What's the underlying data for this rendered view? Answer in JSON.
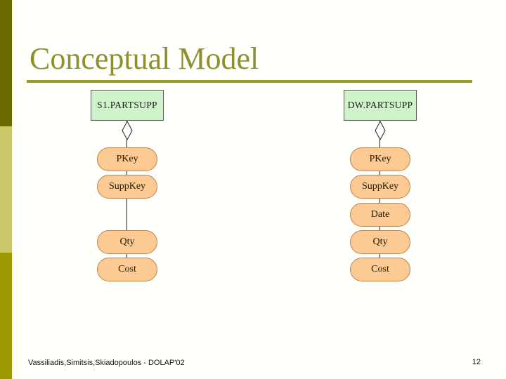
{
  "slide": {
    "title": "Conceptual Model",
    "footer_citation": "Vassiliadis,Simitsis,Skiadopoulos - DOLAP'02",
    "page_number": "12"
  },
  "diagram": {
    "entities": [
      {
        "name": "S1.PARTSUPP",
        "attributes": [
          {
            "label": "PKey",
            "row": 0
          },
          {
            "label": "SuppKey",
            "row": 1
          },
          {
            "label": "Qty",
            "row": 3
          },
          {
            "label": "Cost",
            "row": 4
          }
        ]
      },
      {
        "name": "DW.PARTSUPP",
        "attributes": [
          {
            "label": "PKey",
            "row": 0
          },
          {
            "label": "SuppKey",
            "row": 1
          },
          {
            "label": "Date",
            "row": 2
          },
          {
            "label": "Qty",
            "row": 3
          },
          {
            "label": "Cost",
            "row": 4
          }
        ]
      }
    ]
  },
  "colors": {
    "background": "#fffffb",
    "title_text": "#8f8f2e",
    "title_underline": "#99992e",
    "sidebar_top": "#6a6a00",
    "sidebar_middle": "#c9c96a",
    "sidebar_bottom": "#9a9a00",
    "entity_fill": "#cff2ca",
    "entity_border": "#566056",
    "attribute_fill": "#fcca92",
    "attribute_border": "#b9834c",
    "connector_line": "#222222"
  }
}
